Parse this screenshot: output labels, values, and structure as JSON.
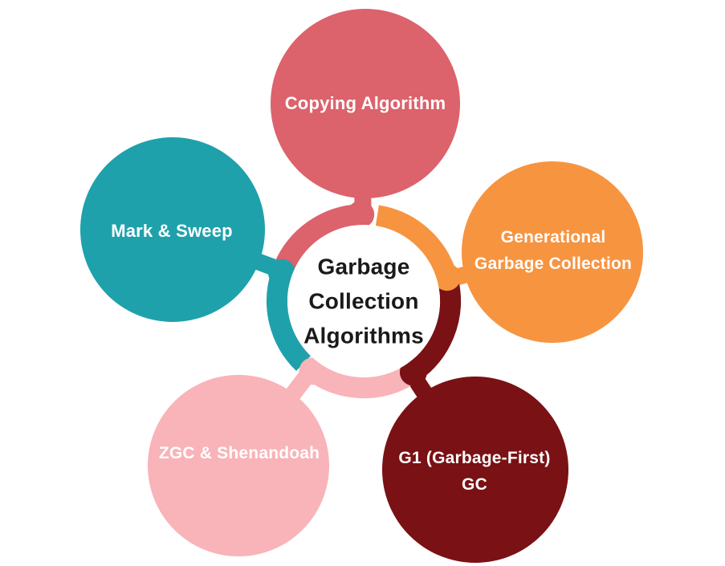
{
  "diagram": {
    "background": "#ffffff",
    "center": {
      "title": "Garbage Collection Algorithms",
      "title_lines": [
        "Garbage",
        "Collection",
        "Algorithms"
      ],
      "text_color": "#1a1a1a",
      "fill": "#ffffff"
    },
    "nodes": [
      {
        "id": "copying-algorithm",
        "label": "Copying Algorithm",
        "position": "top",
        "color": "#DC626B",
        "text_color": "#ffffff"
      },
      {
        "id": "generational-garbage-collection",
        "label": "Generational Garbage Collection",
        "label_lines": [
          "Generational",
          "Garbage Collection"
        ],
        "position": "upper-right",
        "color": "#F79440",
        "text_color": "#ffffff"
      },
      {
        "id": "g1-garbage-first-gc",
        "label": "G1 (Garbage-First) GC",
        "label_lines": [
          "G1 (Garbage-First)",
          "GC"
        ],
        "position": "lower-right",
        "color": "#7A1114",
        "text_color": "#ffffff"
      },
      {
        "id": "zgc-shenandoah",
        "label": "ZGC & Shenandoah",
        "position": "lower-left",
        "color": "#F8B4B8",
        "text_color": "#ffffff"
      },
      {
        "id": "mark-and-sweep",
        "label": "Mark & Sweep",
        "position": "left",
        "color": "#1FA1AC",
        "text_color": "#ffffff"
      }
    ]
  }
}
